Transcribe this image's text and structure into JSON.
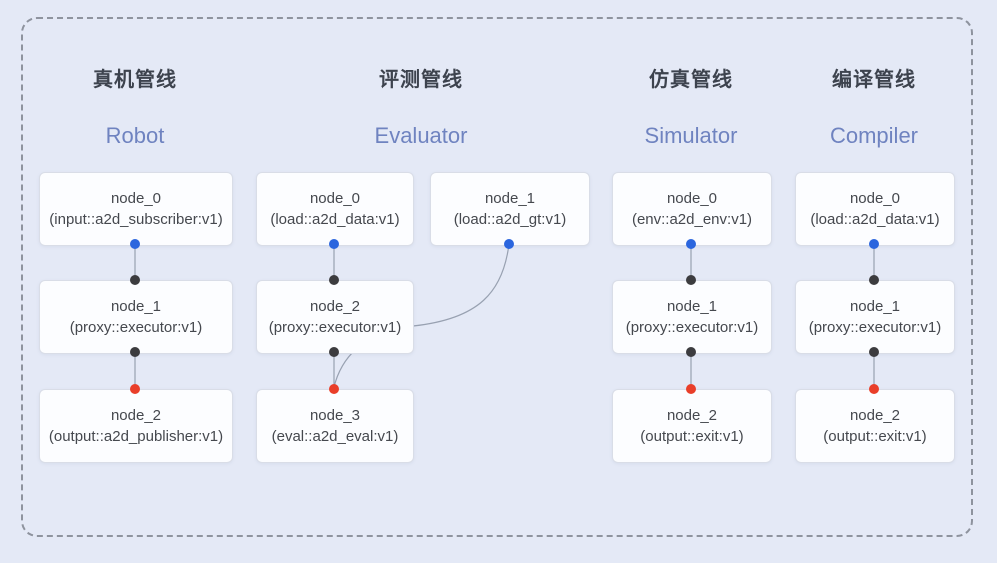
{
  "diagram": {
    "background_color": "#e4e9f6",
    "border_color": "#8e939e",
    "colors": {
      "source_port": "#2b66de",
      "joint_port": "#3c3c3f",
      "sink_port": "#e93e29",
      "edge_line": "#98a1b1",
      "title_cn": "#3d434e",
      "title_en": "#6f83c0"
    },
    "pipelines": [
      {
        "title_cn": "真机管线",
        "title_en": "Robot",
        "nodes": [
          {
            "name": "node_0",
            "type": "(input::a2d_subscriber:v1)"
          },
          {
            "name": "node_1",
            "type": "(proxy::executor:v1)"
          },
          {
            "name": "node_2",
            "type": "(output::a2d_publisher:v1)"
          }
        ]
      },
      {
        "title_cn": "评测管线",
        "title_en": "Evaluator",
        "nodes": [
          {
            "name": "node_0",
            "type": "(load::a2d_data:v1)"
          },
          {
            "name": "node_1",
            "type": "(load::a2d_gt:v1)"
          },
          {
            "name": "node_2",
            "type": "(proxy::executor:v1)"
          },
          {
            "name": "node_3",
            "type": "(eval::a2d_eval:v1)"
          }
        ]
      },
      {
        "title_cn": "仿真管线",
        "title_en": "Simulator",
        "nodes": [
          {
            "name": "node_0",
            "type": "(env::a2d_env:v1)"
          },
          {
            "name": "node_1",
            "type": "(proxy::executor:v1)"
          },
          {
            "name": "node_2",
            "type": "(output::exit:v1)"
          }
        ]
      },
      {
        "title_cn": "编译管线",
        "title_en": "Compiler",
        "nodes": [
          {
            "name": "node_0",
            "type": "(load::a2d_data:v1)"
          },
          {
            "name": "node_1",
            "type": "(proxy::executor:v1)"
          },
          {
            "name": "node_2",
            "type": "(output::exit:v1)"
          }
        ]
      }
    ]
  }
}
